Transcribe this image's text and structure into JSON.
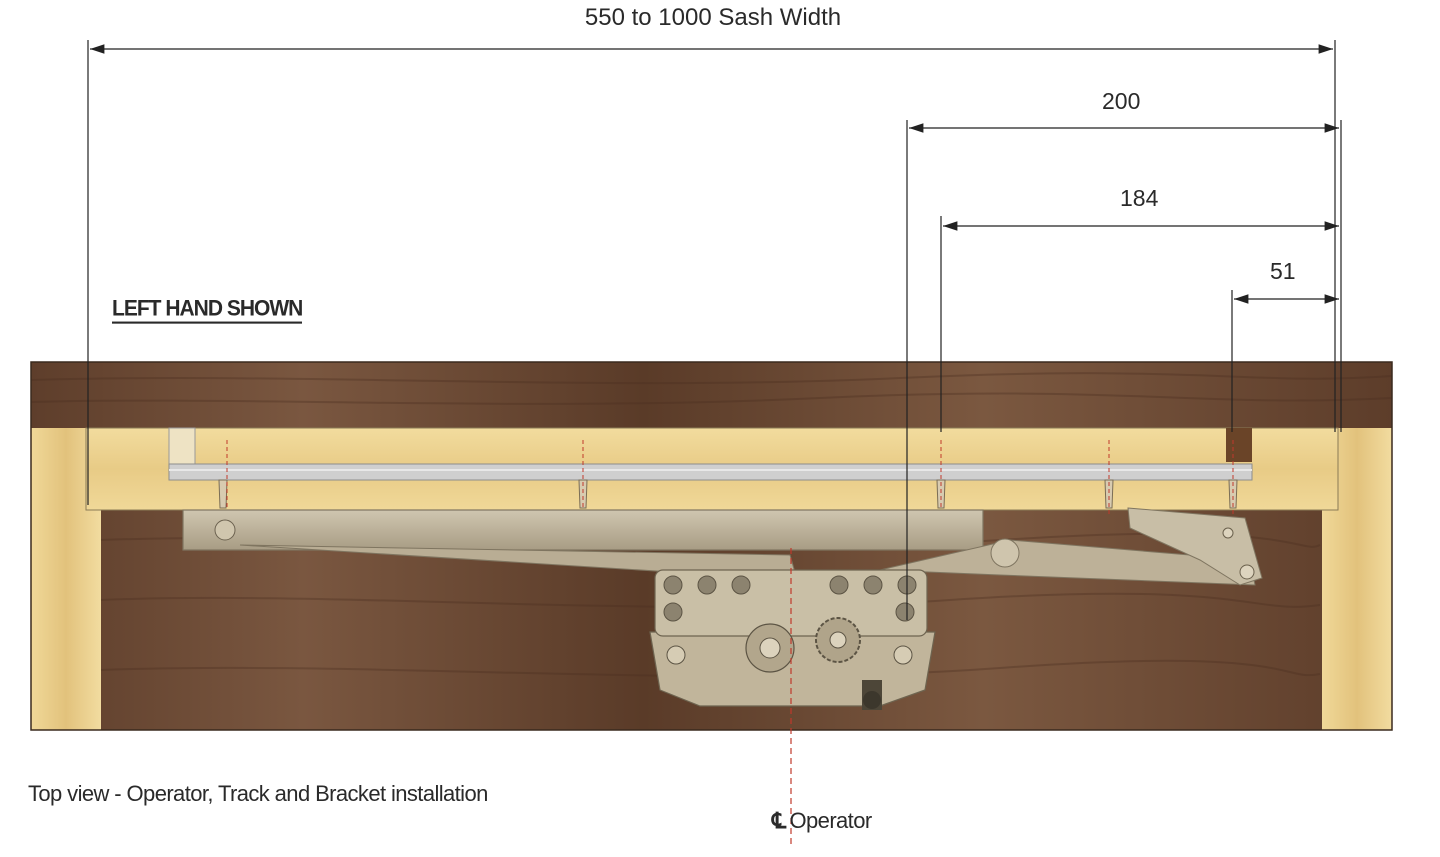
{
  "dimensions": {
    "sash_width": "550 to 1000 Sash Width",
    "d200": "200",
    "d184": "184",
    "d51": "51"
  },
  "notes": {
    "handing": "LEFT HAND SHOWN",
    "caption": "Top view - Operator, Track and Bracket installation",
    "centerline_symbol": "℄",
    "centerline_text": "Operator"
  },
  "colors": {
    "frame_wood": "#6b4a34",
    "light_wood": "#ecd08c",
    "hardware": "#b8ad96",
    "track": "#c9c9c9",
    "dimension_line": "#222222",
    "centerline": "#c0392b"
  }
}
